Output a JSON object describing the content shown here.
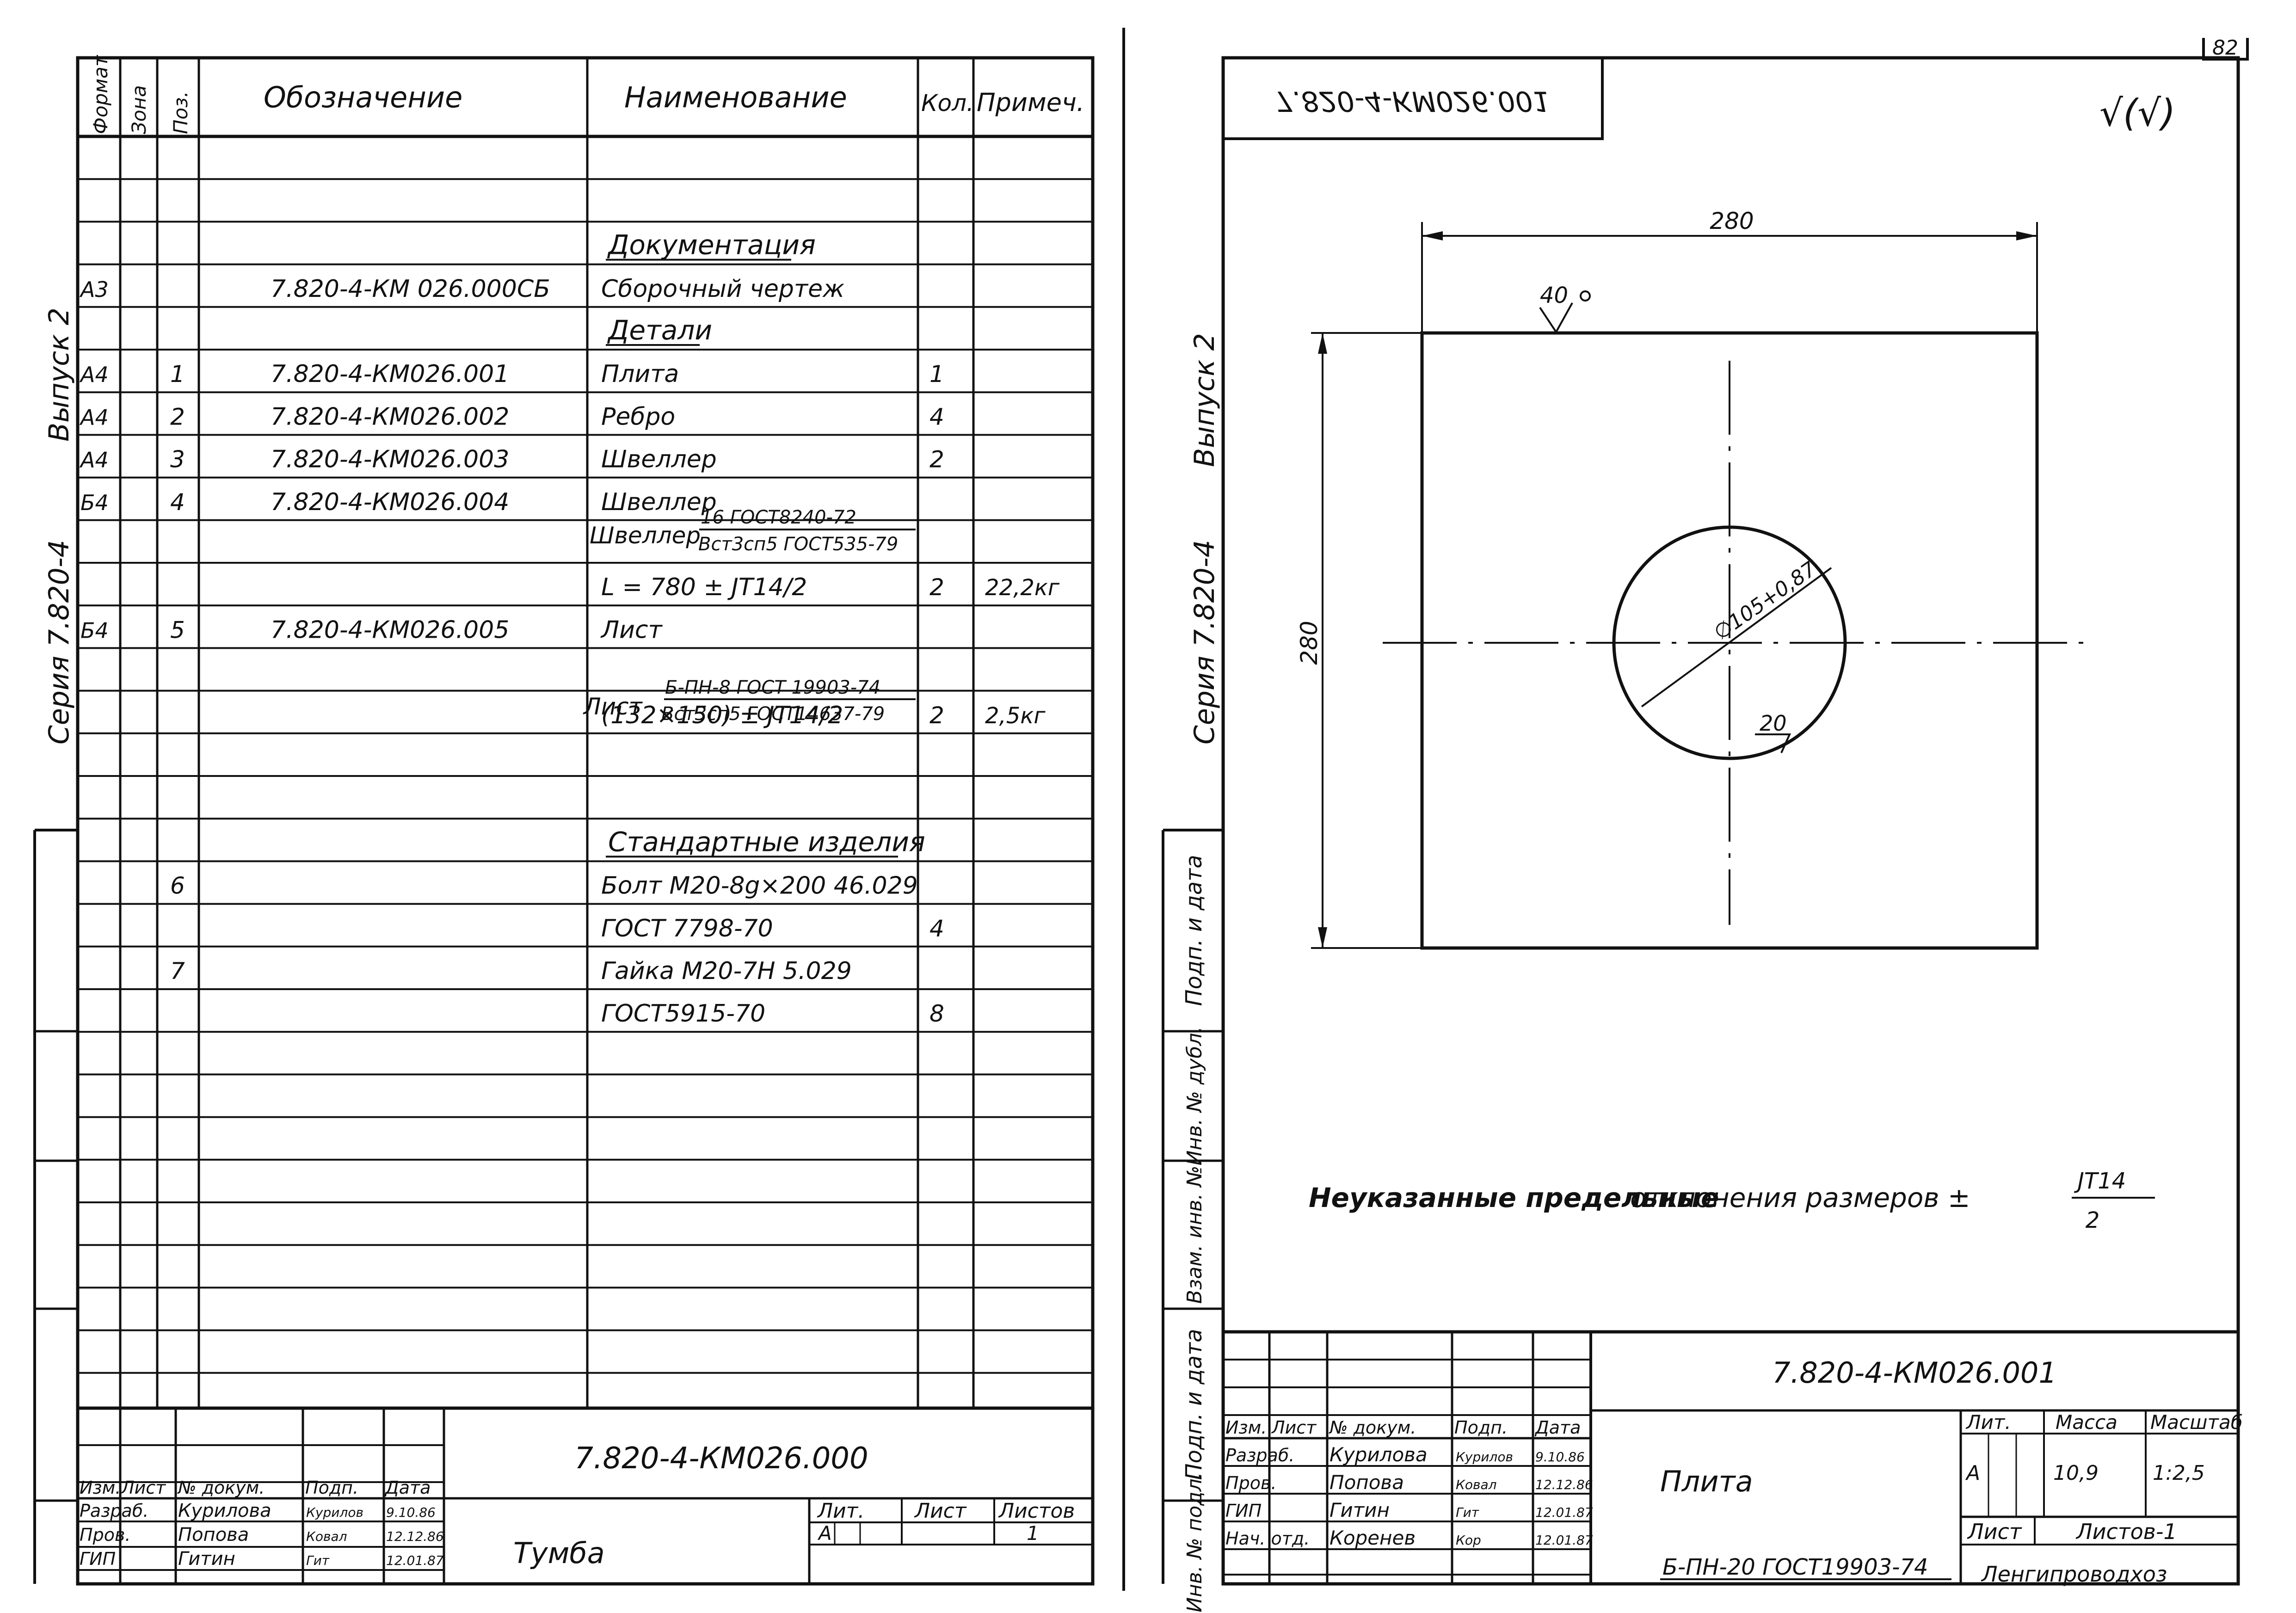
{
  "page_number": "82",
  "series": "Серия 7.820-4",
  "issue": "Выпуск 2",
  "spec": {
    "headers": {
      "format": "Формат",
      "zone": "Зона",
      "pos": "Поз.",
      "designation": "Обозначение",
      "name": "Наименование",
      "qty": "Кол.",
      "note": "Примеч."
    },
    "rows": [
      {
        "row": 2,
        "name": "Документация",
        "underline": true
      },
      {
        "row": 3,
        "format": "А3",
        "designation": "7.820-4-КМ 026.000СБ",
        "name": "Сборочный чертеж"
      },
      {
        "row": 4,
        "name": "Детали",
        "underline": true
      },
      {
        "row": 5,
        "format": "А4",
        "pos": "1",
        "designation": "7.820-4-КМ026.001",
        "name": "Плита",
        "qty": "1"
      },
      {
        "row": 6,
        "format": "А4",
        "pos": "2",
        "designation": "7.820-4-КМ026.002",
        "name": "Ребро",
        "qty": "4"
      },
      {
        "row": 7,
        "format": "А4",
        "pos": "3",
        "designation": "7.820-4-КМ026.003",
        "name": "Швеллер",
        "qty": "2"
      },
      {
        "row": 8,
        "format": "Б4",
        "pos": "4",
        "designation": "7.820-4-КМ026.004",
        "name": "Швеллер"
      },
      {
        "row": 10,
        "name": "L = 780 ± JT14/2",
        "qty": "2",
        "note": "22,2кг"
      },
      {
        "row": 11,
        "format": "Б4",
        "pos": "5",
        "designation": "7.820-4-КМ026.005",
        "name": "Лист"
      },
      {
        "row": 13,
        "name": "(132×150) ± JT14/2",
        "qty": "2",
        "note": "2,5кг"
      },
      {
        "row": 16,
        "name": "Стандартные изделия",
        "underline": true
      },
      {
        "row": 17,
        "pos": "6",
        "name": "Болт М20-8g×200 46.029"
      },
      {
        "row": 18,
        "name": "ГОСТ 7798-70",
        "qty": "4"
      },
      {
        "row": 19,
        "pos": "7",
        "name": "Гайка М20-7Н 5.029"
      },
      {
        "row": 20,
        "name": "ГОСТ5915-70",
        "qty": "8"
      }
    ],
    "material_1": {
      "prefix": "Швеллер",
      "top": "16 ГОСТ8240-72",
      "bottom": "Вст3сп5 ГОСТ535-79"
    },
    "material_2": {
      "prefix": "Лист",
      "top": "Б-ПН-8 ГОСТ 19903-74",
      "bottom": "Вст3сп5 ГОСТ14637-79"
    }
  },
  "title_block_left": {
    "code": "7.820-4-КМ026.000",
    "product": "Тумба",
    "headers": [
      "Изм.",
      "Лист",
      "№ докум.",
      "Подп.",
      "Дата"
    ],
    "people": [
      {
        "role": "Разраб.",
        "name": "Курилова",
        "sign": "Курилов",
        "date": "9.10.86"
      },
      {
        "role": "Пров.",
        "name": "Попова",
        "sign": "Ковал",
        "date": "12.12.86"
      },
      {
        "role": "ГИП",
        "name": "Гитин",
        "sign": "Гит",
        "date": "12.01.87"
      }
    ],
    "lit_label": "Лит.",
    "lit": "А",
    "sheet_label": "Лист",
    "sheets_label": "Листов",
    "sheets": "1"
  },
  "side_stamp": [
    "Подп. и дата",
    "Инв. № дубл.",
    "Взам. инв. №",
    "Подп. и дата",
    "Инв. № подл."
  ],
  "drawing": {
    "code_mirrored": "7.820-4-КМ026.001",
    "roughness": "√(√)",
    "dim_width": "280",
    "dim_height": "280",
    "hole": "∅105+0,87",
    "weld_1": "40",
    "weld_2": "20",
    "note_bold": "Неуказанные предельные",
    "note_rest": "отклонения размеров ±",
    "note_frac_top": "JT14",
    "note_frac_bottom": "2"
  },
  "title_block_right": {
    "code": "7.820-4-КМ026.001",
    "product": "Плита",
    "headers": [
      "Изм.",
      "Лист",
      "№ докум.",
      "Подп.",
      "Дата"
    ],
    "people": [
      {
        "role": "Разраб.",
        "name": "Курилова",
        "sign": "Курилов",
        "date": "9.10.86"
      },
      {
        "role": "Пров.",
        "name": "Попова",
        "sign": "Ковал",
        "date": "12.12.86"
      },
      {
        "role": "ГИП",
        "name": "Гитин",
        "sign": "Гит",
        "date": "12.01.87"
      },
      {
        "role": "Нач. отд.",
        "name": "Коренев",
        "sign": "Кор",
        "date": "12.01.87"
      }
    ],
    "lit_label": "Лит.",
    "mass_label": "Масса",
    "scale_label": "Масштаб",
    "lit": "А",
    "mass": "10,9",
    "scale": "1:2,5",
    "sheet_label": "Лист",
    "sheets_label": "Листов-1",
    "material": "Б-ПН-20 ГОСТ19903-74",
    "org": "Ленгипроводхоз"
  }
}
